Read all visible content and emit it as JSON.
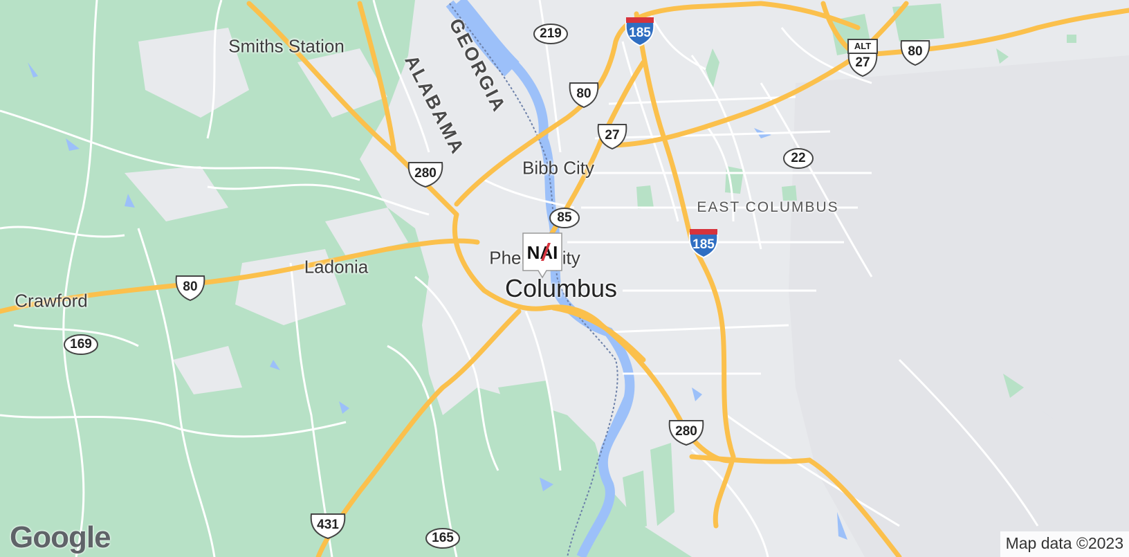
{
  "map": {
    "places": {
      "smiths_station": "Smiths Station",
      "bibb_city": "Bibb City",
      "phenix_city": "Phenix City",
      "columbus": "Columbus",
      "ladonia": "Ladonia",
      "crawford": "Crawford",
      "east_columbus": "EAST COLUMBUS"
    },
    "states": {
      "georgia": "GEORGIA",
      "alabama": "ALABAMA"
    },
    "shields": {
      "i185_north": "185",
      "i185_south": "185",
      "us80_northwest": "80",
      "us80_northeast": "80",
      "us80_west": "80",
      "us27_north": "27",
      "us27_alt": "27",
      "us280_west": "280",
      "us280_south": "280",
      "us431": "431",
      "ga219": "219",
      "ga22": "22",
      "ga85": "85",
      "ga169": "169",
      "ga165": "165",
      "alt_tag": "ALT"
    },
    "marker": {
      "logo_text": "NAI",
      "icon": "nai-logo-marker-icon"
    },
    "logo": "Google",
    "attribution": "Map data ©2023",
    "colors": {
      "urban": "#e8eaed",
      "green": "#b7e1c6",
      "water": "#9cc0f9",
      "highway": "#fbc04c",
      "interstate_blue": "#2f6ec2",
      "interstate_red": "#d6333d"
    }
  }
}
